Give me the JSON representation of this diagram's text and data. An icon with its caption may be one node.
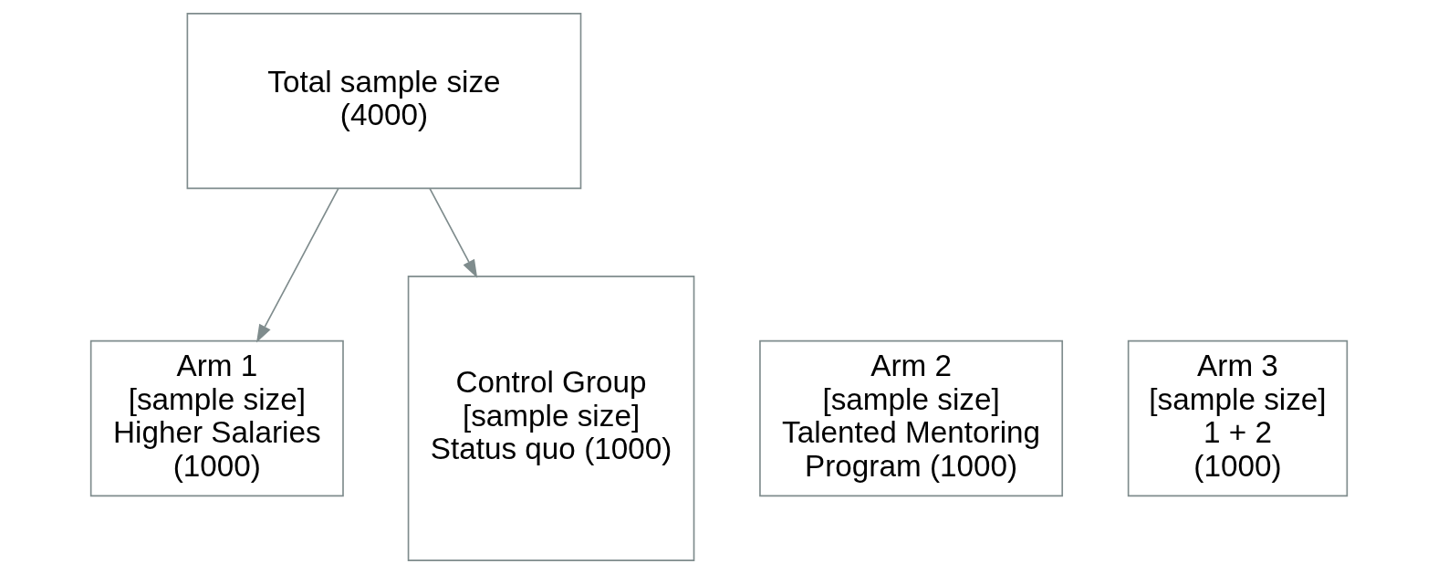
{
  "diagram": {
    "nodes": [
      {
        "text": [
          "Total sample size",
          "(4000)"
        ]
      },
      {
        "text": [
          "Arm 1",
          "[sample size]",
          "Higher Salaries",
          "(1000)"
        ]
      },
      {
        "text": [
          "Arm 2",
          "[sample size]",
          "Talented Mentoring",
          "Program (1000)"
        ]
      },
      {
        "text": [
          "Arm 3",
          "[sample size]",
          "1 + 2",
          "(1000)"
        ]
      },
      {
        "text": [
          "Control Group",
          "[sample size]",
          "Status quo (1000)"
        ]
      }
    ],
    "edges": [
      {
        "from": 0,
        "to": 1,
        "arrow": "to"
      },
      {
        "from": 0,
        "to": 4,
        "arrow": "to"
      }
    ]
  }
}
